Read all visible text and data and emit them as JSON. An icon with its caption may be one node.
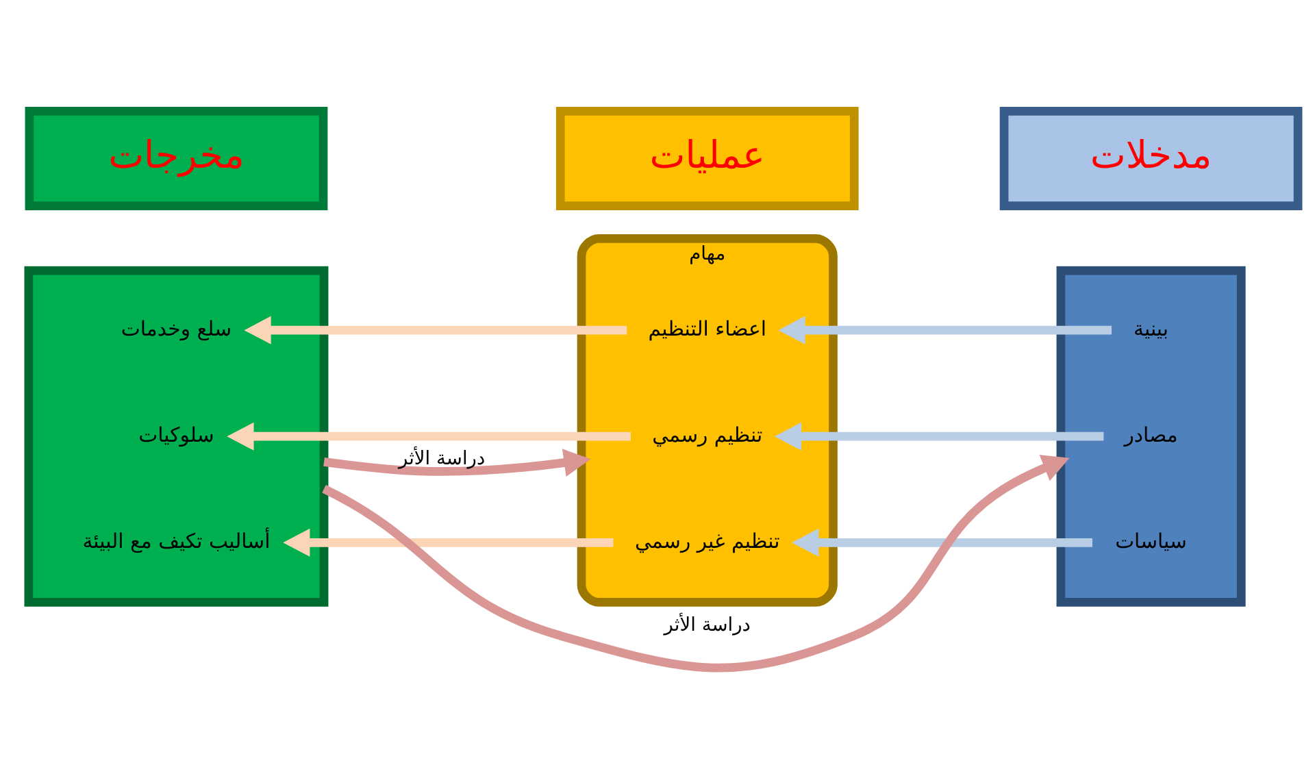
{
  "diagram": {
    "nodes": [
      {
        "text": [
          "مدخلات"
        ]
      },
      {
        "text": [
          "عمليات"
        ]
      },
      {
        "text": [
          "مخرجات"
        ]
      },
      {
        "text": [],
        "shape": "box"
      },
      {
        "text": [
          "بينية"
        ],
        "in": 3
      },
      {
        "text": [
          "مصادر"
        ],
        "in": 3
      },
      {
        "text": [
          "سياسات"
        ],
        "in": 3
      },
      {
        "text": [
          "مهام"
        ]
      },
      {
        "text": [
          "اعضاء التنظيم"
        ],
        "in": 7
      },
      {
        "text": [
          "تنظيم رسمي"
        ],
        "in": 7
      },
      {
        "text": [
          "تنظيم غير رسمي"
        ],
        "in": 7
      },
      {
        "text": [],
        "shape": "box"
      },
      {
        "text": [
          "سلع وخدمات"
        ],
        "in": 11
      },
      {
        "text": [
          "سلوكيات"
        ],
        "in": 11
      },
      {
        "text": [
          "أساليب تكيف مع البيئة"
        ],
        "in": 11
      }
    ],
    "edges": [
      {
        "from": 4,
        "to": 8,
        "arrow": "to",
        "color": "#b9cde5"
      },
      {
        "from": 5,
        "to": 9,
        "arrow": "to",
        "color": "#b9cde5"
      },
      {
        "from": 6,
        "to": 10,
        "arrow": "to",
        "color": "#b9cde5"
      },
      {
        "from": 8,
        "to": 12,
        "arrow": "to",
        "color": "#fbd5b5"
      },
      {
        "from": 9,
        "to": 13,
        "arrow": "to",
        "color": "#fbd5b5"
      },
      {
        "from": 10,
        "to": 14,
        "arrow": "to",
        "color": "#fbd5b5"
      },
      {
        "from": 11,
        "to": 7,
        "label": "دراسة الأثر",
        "arrow": "to",
        "color": "#d99694"
      },
      {
        "from": 11,
        "to": 3,
        "label": "دراسة الأثر",
        "arrow": "to",
        "color": "#d99694"
      }
    ]
  }
}
